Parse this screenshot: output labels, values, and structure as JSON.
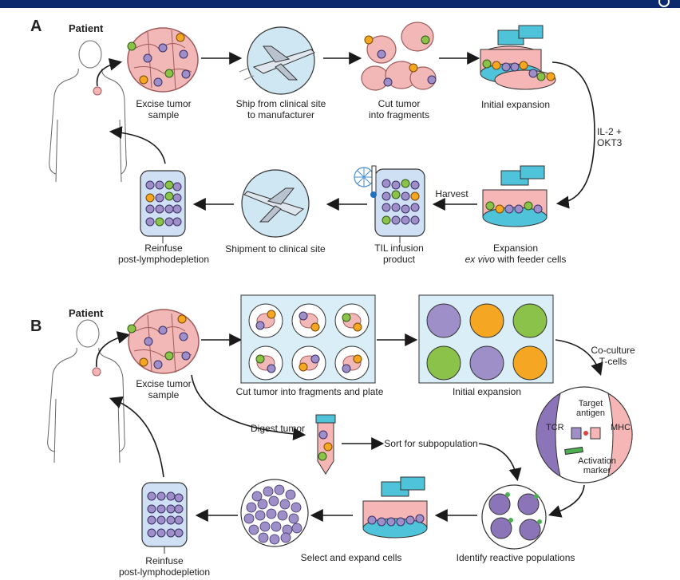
{
  "panel_a": {
    "letter": "A",
    "patient": "Patient",
    "excise_line1": "Excise tumor",
    "excise_line2": "sample",
    "ship_line1": "Ship from clinical site",
    "ship_line2": "to manufacturer",
    "cut_line1": "Cut tumor",
    "cut_line2": "into fragments",
    "initial_expansion": "Initial expansion",
    "il2_line1": "IL-2 +",
    "il2_line2": "OKT3",
    "harvest": "Harvest",
    "expansion_line1": "Expansion",
    "expansion_line2a": "ex vivo",
    "expansion_line2b": " with feeder cells",
    "til_line1": "TIL infusion",
    "til_line2": "product",
    "shipment": "Shipment to clinical site",
    "reinfuse_line1": "Reinfuse",
    "reinfuse_line2": "post-lymphodepletion"
  },
  "panel_b": {
    "letter": "B",
    "patient": "Patient",
    "excise_line1": "Excise tumor",
    "excise_line2": "sample",
    "cut_plate": "Cut tumor into fragments and plate",
    "initial_expansion": "Initial expansion",
    "coculture_line1": "Co-culture",
    "coculture_line2": "T-cells",
    "target_line1": "Target",
    "target_line2": "antigen",
    "tcr": "TCR",
    "mhc": "MHC",
    "activation_line1": "Activation",
    "activation_line2": "marker",
    "digest": "Digest tumor",
    "sort": "Sort for subpopulation",
    "identify": "Identify reactive populations",
    "select": "Select and expand cells",
    "reinfuse_line1": "Reinfuse",
    "reinfuse_line2": "post-lymphodepletion"
  },
  "colors": {
    "topbar": "#0b2a6e",
    "arrow": "#1a1a1a",
    "tumor_cell": "#f2b8b8",
    "tumor_outline": "#a15a5a",
    "cell_purple": "#9f8fc9",
    "cell_green": "#8bc34a",
    "cell_orange": "#f5a623",
    "bag_blue": "#cfe0f5",
    "flask_cyan": "#4fc3d9",
    "flask_pink": "#f6b6b6",
    "plate_bg": "#d9eef6",
    "circle_bg": "#cfe6f3"
  }
}
